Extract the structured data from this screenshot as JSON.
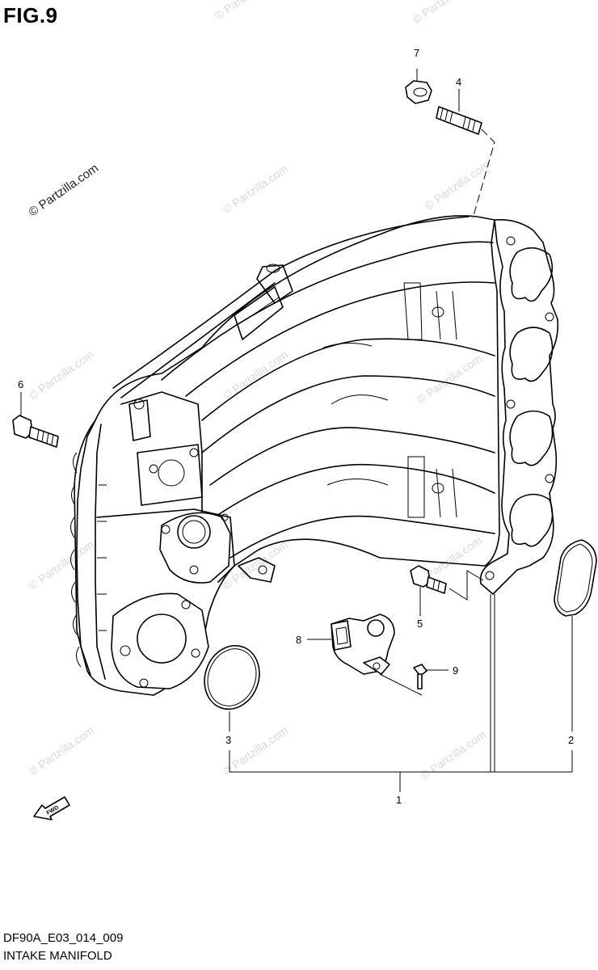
{
  "figure": {
    "title": "FIG.9",
    "code": "DF90A_E03_014_009",
    "caption": "INTAKE MANIFOLD",
    "fwd_label": "FWD",
    "watermark": "© Partzilla.com"
  },
  "callouts": [
    {
      "id": "callout-1",
      "number": "1"
    },
    {
      "id": "callout-2",
      "number": "2"
    },
    {
      "id": "callout-3",
      "number": "3"
    },
    {
      "id": "callout-4",
      "number": "4"
    },
    {
      "id": "callout-5",
      "number": "5"
    },
    {
      "id": "callout-6",
      "number": "6"
    },
    {
      "id": "callout-7",
      "number": "7"
    },
    {
      "id": "callout-8",
      "number": "8"
    },
    {
      "id": "callout-9",
      "number": "9"
    }
  ]
}
